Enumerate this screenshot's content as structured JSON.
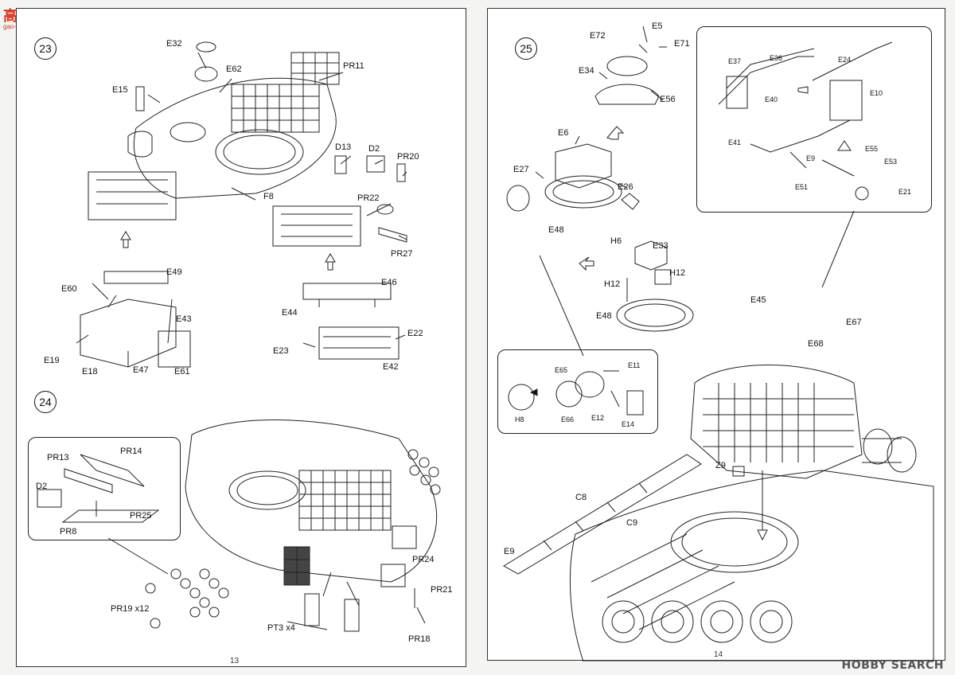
{
  "site_logo": {
    "text": "高手网",
    "url": "gao-shou.com"
  },
  "watermark": "HOBBY SEARCH",
  "left_page": {
    "page_number": "13",
    "step23": {
      "number": "23",
      "labels": [
        "E32",
        "E62",
        "PR11",
        "E15",
        "D13",
        "D2",
        "PR20",
        "F8",
        "PR22",
        "PR27",
        "E49",
        "E60",
        "E43",
        "E19",
        "E18",
        "E47",
        "E61",
        "E46",
        "E44",
        "E22",
        "E23",
        "E42"
      ]
    },
    "step24": {
      "number": "24",
      "inset_labels": [
        "PR13",
        "PR14",
        "D2",
        "PR25",
        "PR8"
      ],
      "labels": [
        "PR24",
        "PR21",
        "PR18",
        "PR19 x12",
        "PT3 x4"
      ]
    }
  },
  "right_page": {
    "page_number": "14",
    "step25": {
      "number": "25",
      "labels": [
        "E72",
        "E5",
        "E71",
        "E34",
        "E56",
        "E6",
        "E27",
        "E26",
        "E48",
        "H6",
        "E33",
        "H12",
        "H12",
        "E48",
        "E45",
        "E67",
        "E68",
        "Z9",
        "C8",
        "C9",
        "E9"
      ],
      "inset_gun_labels": [
        "E37",
        "E36",
        "E24",
        "E40",
        "E10",
        "E41",
        "E55",
        "E9",
        "E53",
        "E51",
        "E21"
      ],
      "inset_sight_labels": [
        "E65",
        "E11",
        "H8",
        "E66",
        "E12",
        "E14"
      ]
    }
  }
}
